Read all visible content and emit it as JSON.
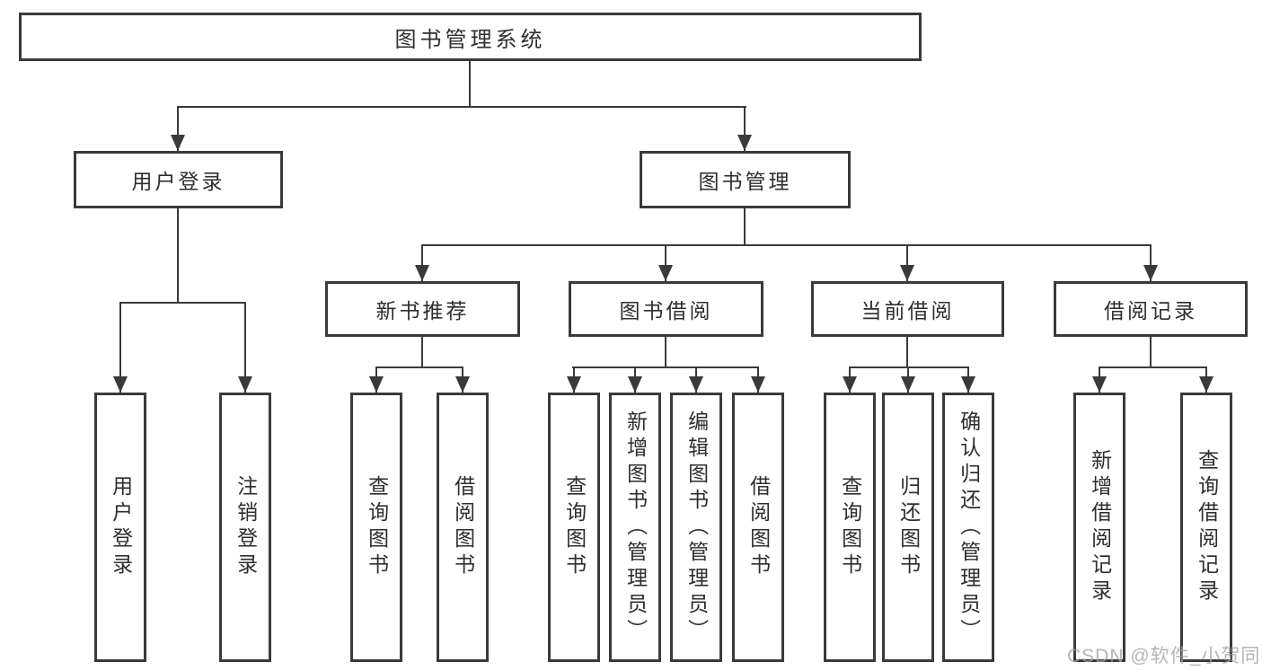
{
  "colors": {
    "line": "#3a3a3a",
    "text": "#2e2e2e",
    "watermark": "#a3a3a3",
    "background": "#ffffff"
  },
  "watermark": {
    "text": "CSDN @软件_小贺同学"
  },
  "tree": {
    "root": {
      "label": "图书管理系统",
      "children": [
        {
          "label": "用户登录",
          "children": [
            {
              "label": "用户登录"
            },
            {
              "label": "注销登录"
            }
          ]
        },
        {
          "label": "图书管理",
          "children": [
            {
              "label": "新书推荐",
              "children": [
                {
                  "label": "查询图书"
                },
                {
                  "label": "借阅图书"
                }
              ]
            },
            {
              "label": "图书借阅",
              "children": [
                {
                  "label": "查询图书"
                },
                {
                  "label": "新增图书（管理员）"
                },
                {
                  "label": "编辑图书（管理员）"
                },
                {
                  "label": "借阅图书"
                }
              ]
            },
            {
              "label": "当前借阅",
              "children": [
                {
                  "label": "查询图书"
                },
                {
                  "label": "归还图书"
                },
                {
                  "label": "确认归还（管理员）"
                }
              ]
            },
            {
              "label": "借阅记录",
              "children": [
                {
                  "label": "新增借阅记录"
                },
                {
                  "label": "查询借阅记录"
                }
              ]
            }
          ]
        }
      ]
    }
  }
}
